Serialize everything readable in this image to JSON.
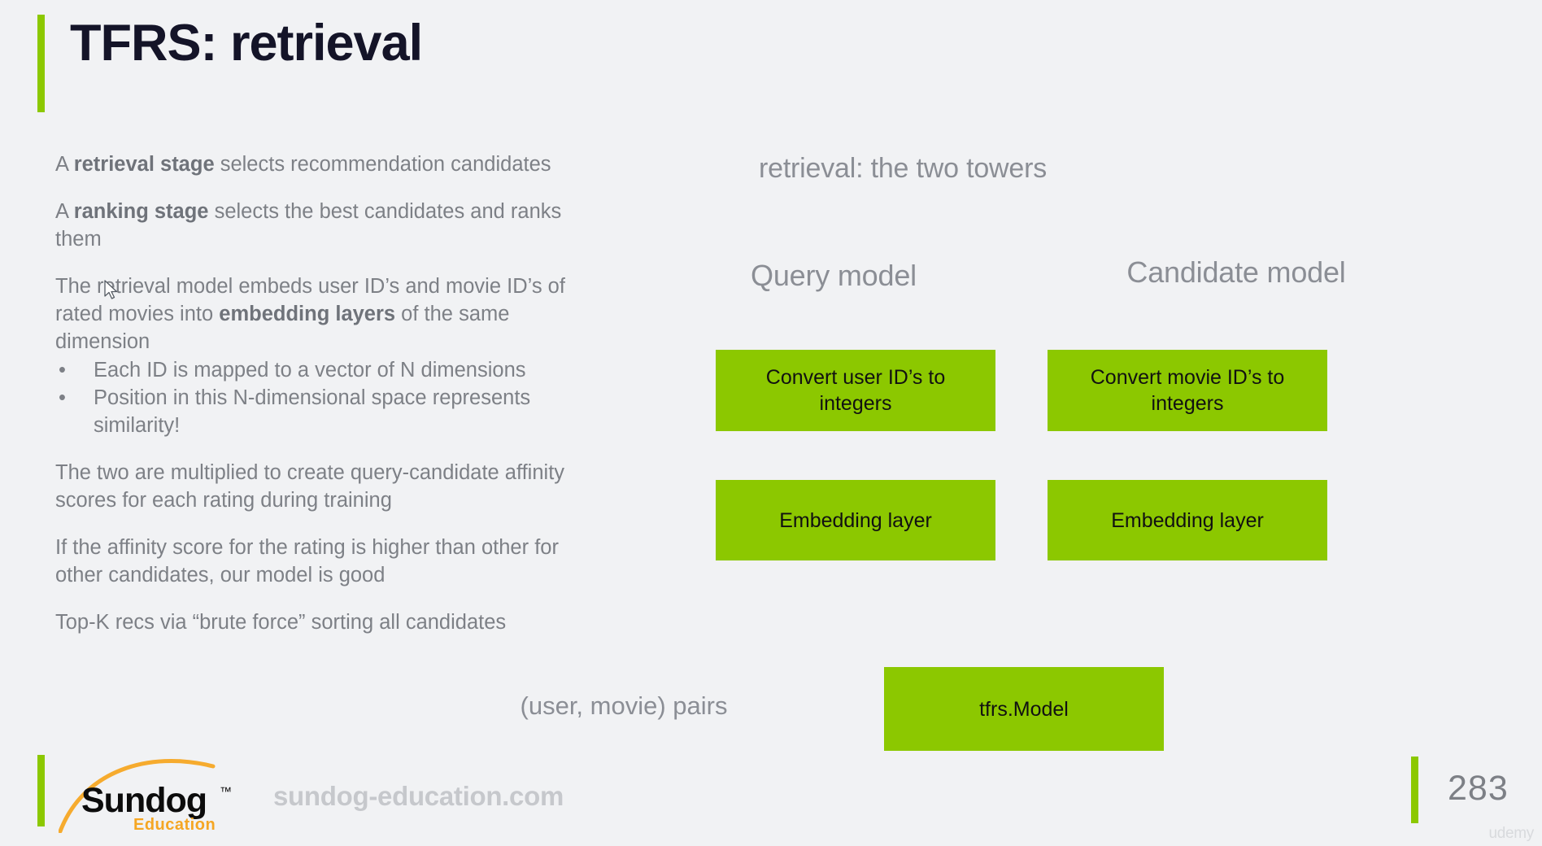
{
  "slide": {
    "title": "TFRS: retrieval",
    "accent_color": "#8CC800",
    "background_color": "#f1f2f4",
    "body_text_color": "#7d8086"
  },
  "body": {
    "paragraphs": [
      {
        "id": "retrieval-stage",
        "segments": [
          {
            "text": "A ",
            "bold": false
          },
          {
            "text": "retrieval stage",
            "bold": true
          },
          {
            "text": " selects recommendation candidates",
            "bold": false
          }
        ]
      },
      {
        "id": "ranking-stage",
        "segments": [
          {
            "text": "A ",
            "bold": false
          },
          {
            "text": "ranking stage",
            "bold": true
          },
          {
            "text": " selects the best candidates and ranks them",
            "bold": false
          }
        ]
      },
      {
        "id": "embedding-layers",
        "segments": [
          {
            "text": "The retrieval model embeds user ID’s and movie ID’s of rated movies into ",
            "bold": false
          },
          {
            "text": "embedding layers",
            "bold": true
          },
          {
            "text": " of the same dimension",
            "bold": false
          }
        ]
      }
    ],
    "bullets": [
      "Each ID is mapped to a vector of N dimensions",
      "Position in this N-dimensional space represents similarity!"
    ],
    "bullet_glyph": "•",
    "trailing_paragraphs": [
      "The two are multiplied to create query-candidate affinity scores for each rating during training",
      "If the affinity score for the rating is higher than other for other candidates, our model is good",
      "Top-K recs via “brute force” sorting all candidates"
    ]
  },
  "diagram": {
    "title": "retrieval: the two towers",
    "columns": [
      {
        "id": "query",
        "heading": "Query model",
        "boxes": [
          "Convert user ID’s to integers",
          "Embedding layer"
        ]
      },
      {
        "id": "candidate",
        "heading": "Candidate model",
        "boxes": [
          "Convert movie ID’s to integers",
          "Embedding layer"
        ]
      }
    ],
    "pairs_label": "(user, movie) pairs",
    "model_box": "tfrs.Model",
    "box_color": "#8CC800",
    "box_text_color": "#111111"
  },
  "footer": {
    "logo_name": "Sundog",
    "logo_trademark": "™",
    "logo_subtitle": "Education",
    "website": "sundog-education.com",
    "page_number": "283",
    "watermark": "udemy"
  }
}
